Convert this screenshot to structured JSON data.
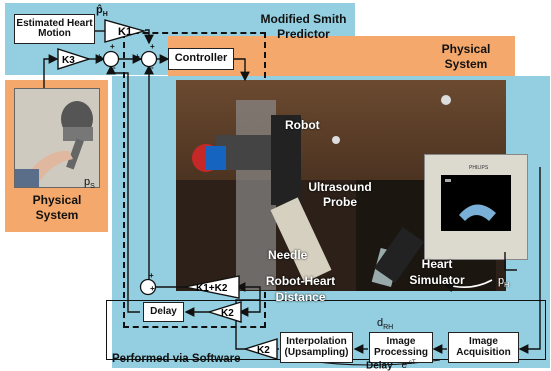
{
  "regions": {
    "smith_title": "Modified Smith Predictor",
    "physical_top": "Physical System",
    "physical_left": "Physical System",
    "software": "Performed via Software"
  },
  "blocks": {
    "estimated_heart_motion": "Estimated Heart Motion",
    "k1": "K1",
    "k3": "K3",
    "controller": "Controller",
    "k1_plus_k2": "K1+K2",
    "delay": "Delay",
    "k2_small": "K2",
    "k2_bottom": "K2",
    "interpolation": "Interpolation (Upsampling)",
    "image_processing": "Image Processing",
    "image_acquisition": "Image Acquisition"
  },
  "signals": {
    "p_h_hat": "p̂",
    "p_h_hat_sub": "H",
    "p_s": "p",
    "p_s_sub": "S",
    "p_h": "p",
    "p_h_sub": "H",
    "d_rh": "d",
    "d_rh_sub": "RH",
    "delay_bottom": "Delay",
    "delay_expr": "e",
    "delay_expr_sup": "-sT"
  },
  "sum_signs": {
    "s1_top": "+",
    "s1_left": "+",
    "s1_bottom": "-",
    "s2_top": "+",
    "s2_left": "+",
    "s2_bottom": "-",
    "s3_top": "+",
    "s3_right": "+"
  },
  "photo_labels": {
    "robot": "Robot",
    "ultrasound_probe": "Ultrasound Probe",
    "needle": "Needle",
    "robot_heart_distance": "Robot-Heart Distance",
    "heart_simulator": "Heart Simulator",
    "monitor_brand": "PHILIPS"
  },
  "colors": {
    "light_blue": "#93cfe0",
    "orange": "#f5a86b",
    "photo_dark": "#3b2a1e"
  }
}
